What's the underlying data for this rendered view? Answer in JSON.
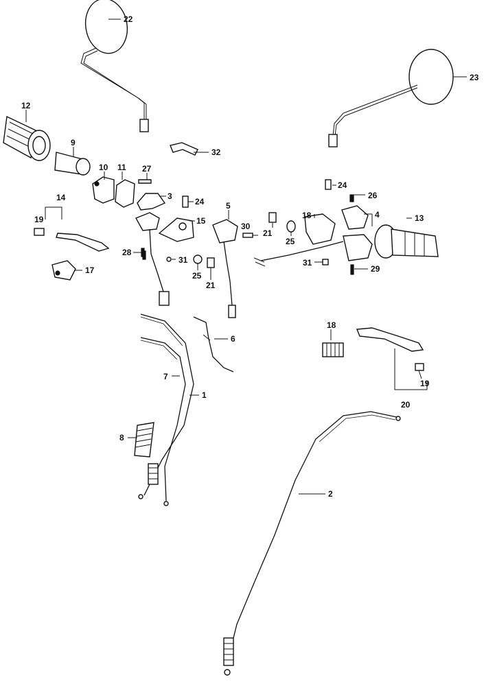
{
  "callouts": {
    "c22": "22",
    "c23": "23",
    "c12": "12",
    "c9": "9",
    "c32": "32",
    "c10": "10",
    "c11": "11",
    "c27": "27",
    "c3": "3",
    "c24a": "24",
    "c24b": "24",
    "c26": "26",
    "c14": "14",
    "c19a": "19",
    "c5": "5",
    "c15": "15",
    "c30": "30",
    "c21a": "21",
    "c25a": "25",
    "c18a": "18",
    "c4": "4",
    "c13": "13",
    "c28": "28",
    "c31a": "31",
    "c25b": "25",
    "c21b": "21",
    "c31b": "31",
    "c29": "29",
    "c17": "17",
    "c6": "6",
    "c18b": "18",
    "c7": "7",
    "c1": "1",
    "c19b": "19",
    "c20": "20",
    "c8": "8",
    "c2": "2"
  }
}
